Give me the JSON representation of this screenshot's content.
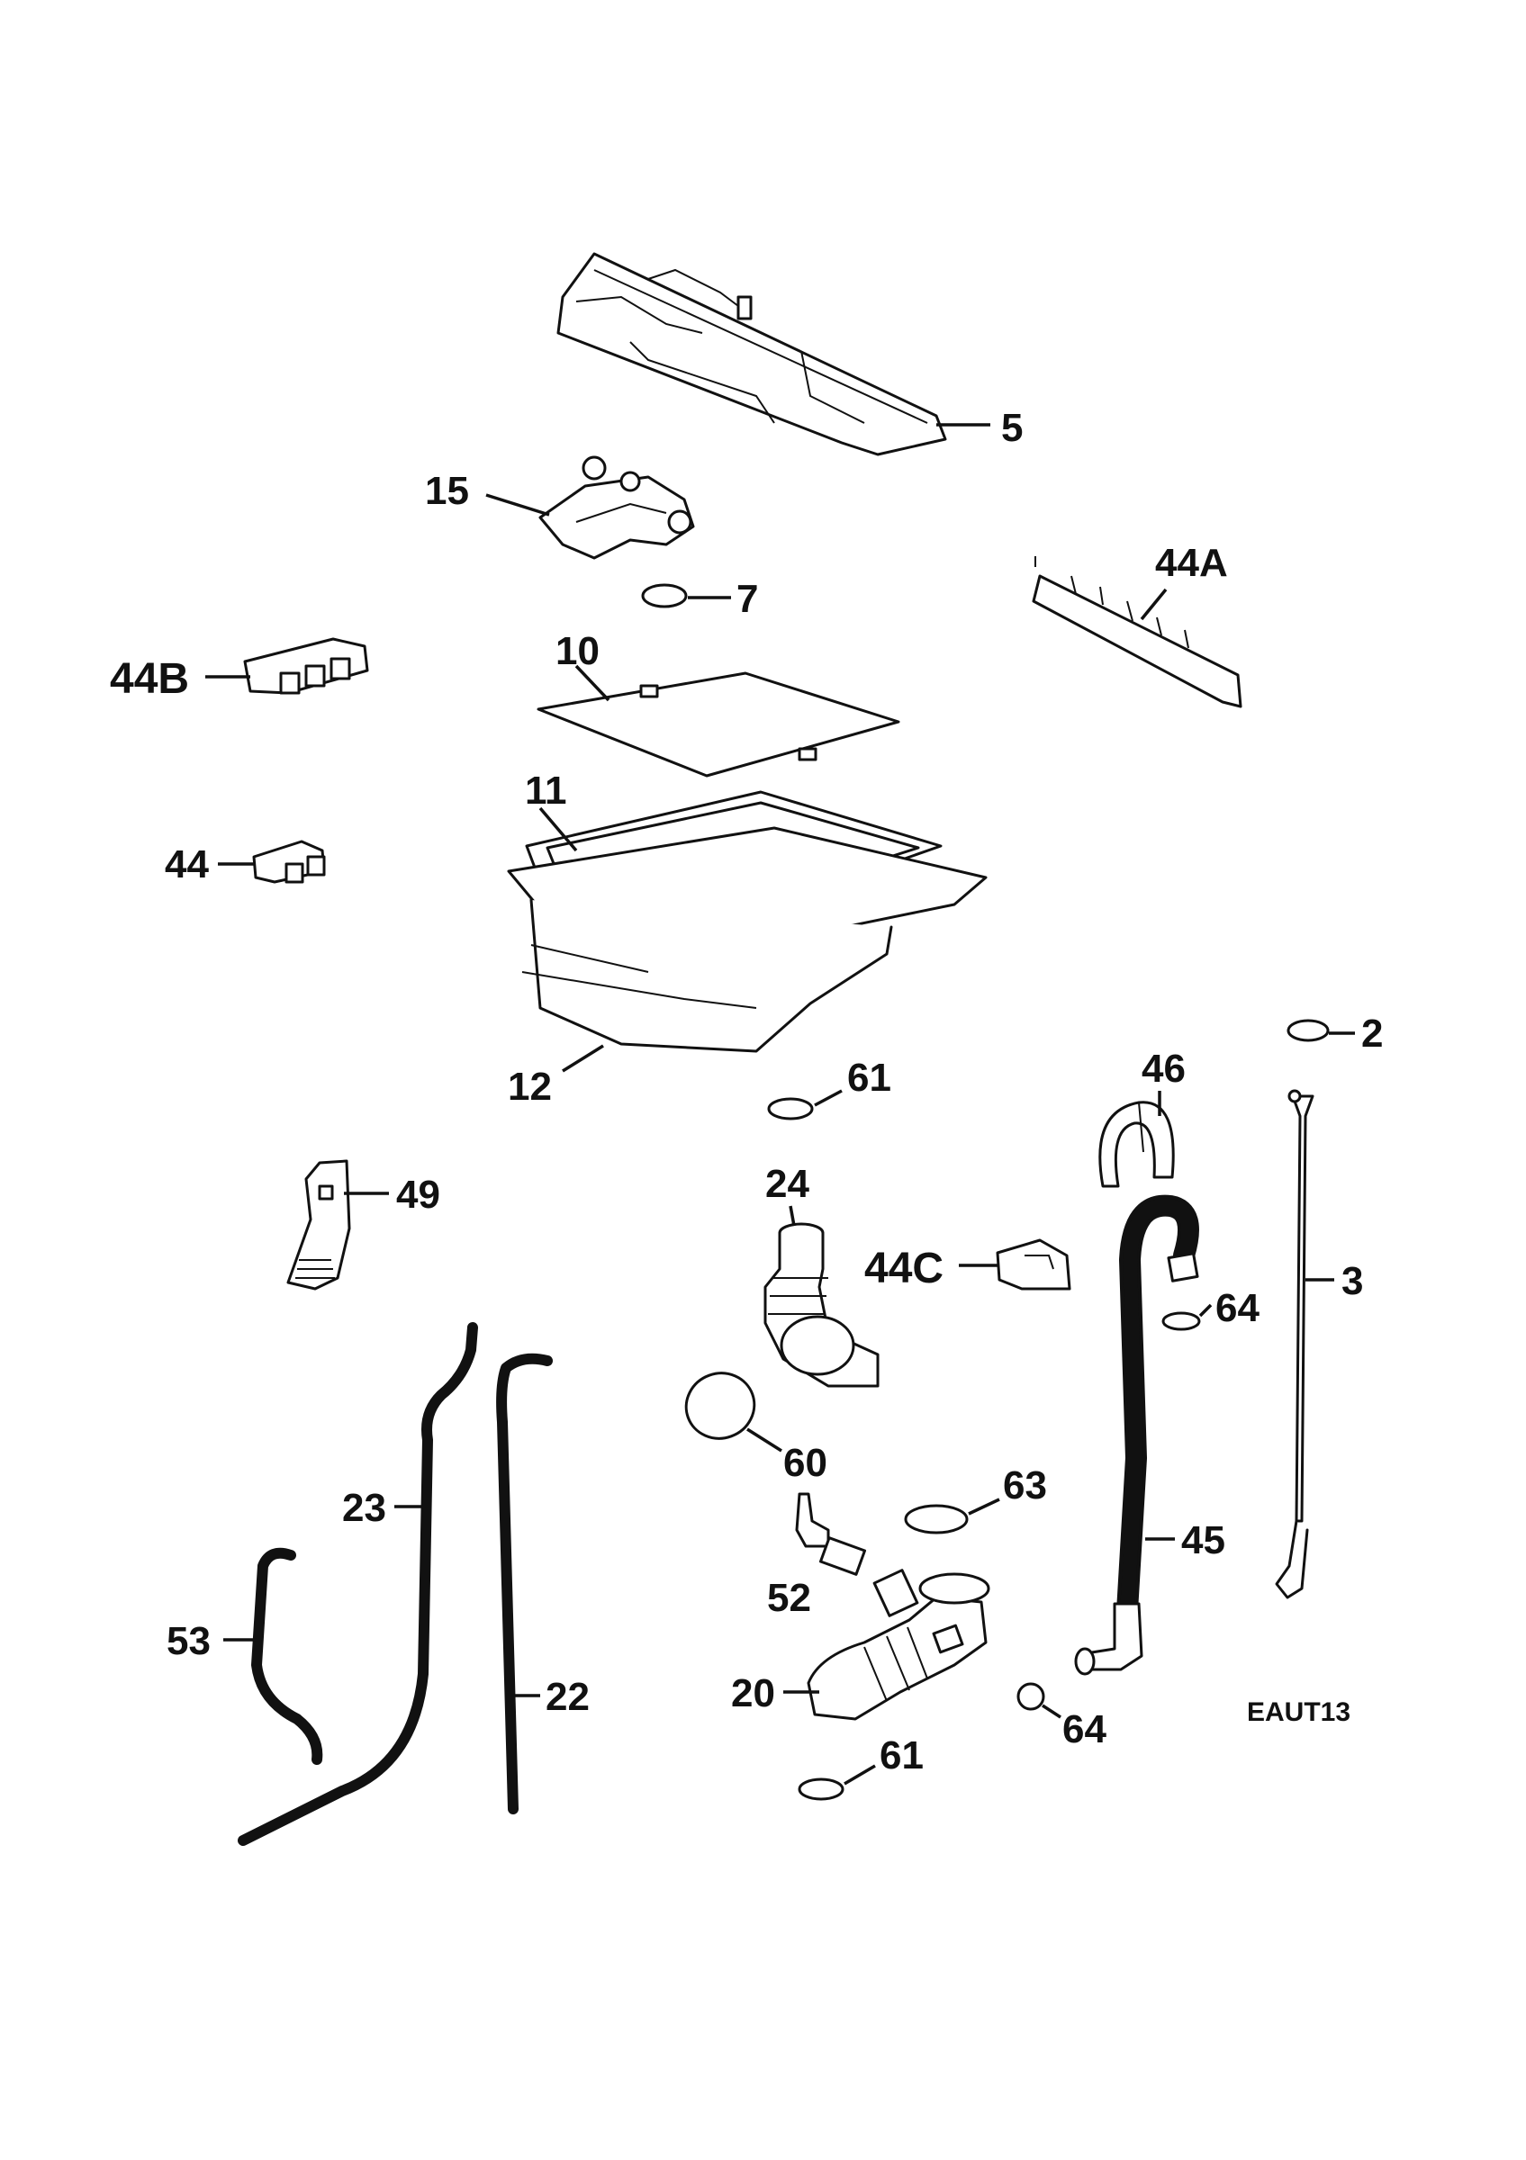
{
  "diagram_code": "EAUT13",
  "labels": {
    "p5": "5",
    "p15": "15",
    "p7": "7",
    "p44A": "44A",
    "p44B": "44B",
    "p10": "10",
    "p11": "11",
    "p44": "44",
    "p12": "12",
    "p2": "2",
    "p46": "46",
    "p61a": "61",
    "p49": "49",
    "p24": "24",
    "p44C": "44C",
    "p3": "3",
    "p64a": "64",
    "p60": "60",
    "p63": "63",
    "p23": "23",
    "p45": "45",
    "p52": "52",
    "p53": "53",
    "p20": "20",
    "p22": "22",
    "p64b": "64",
    "p61b": "61"
  }
}
